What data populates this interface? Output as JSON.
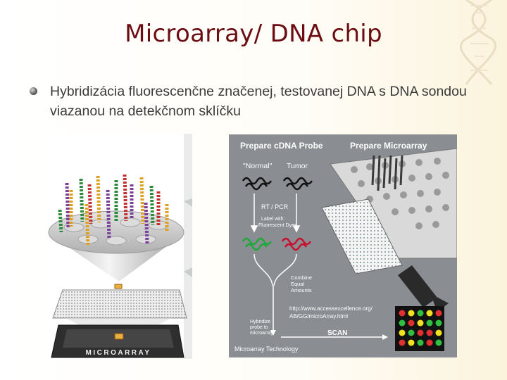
{
  "slide": {
    "title": "Microarray/ DNA chip",
    "bullet": "Hybridizácia fluorescenčne značenej, testovanej DNA s DNA sondou viazanou na detekčnom sklíčku"
  },
  "left_figure": {
    "chip_label": "MICROARRAY"
  },
  "right_figure": {
    "heading_probe": "Prepare cDNA Probe",
    "heading_array": "Prepare Microarray",
    "label_normal": "\"Normal\"",
    "label_tumor": "Tumor",
    "label_rtpcr": "RT / PCR",
    "label_dyes_1": "Label with",
    "label_dyes_2": "Fluorescent Dyes",
    "label_combine_1": "Combine",
    "label_combine_2": "Equal",
    "label_combine_3": "Amounts",
    "url_1": "http://www.accessexcellence.org/",
    "url_2": "AB/GG/microArray.html",
    "label_hybridize_1": "Hybridize",
    "label_hybridize_2": "probe to",
    "label_hybridize_3": "microarray",
    "label_scan": "SCAN",
    "caption": "Microarray Technology"
  }
}
